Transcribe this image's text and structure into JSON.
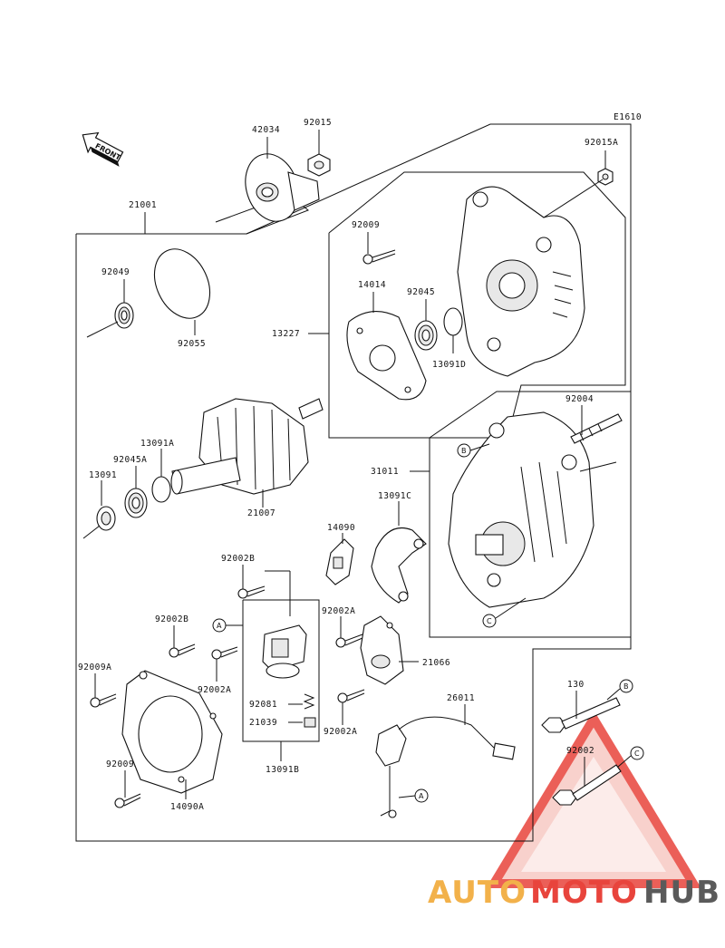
{
  "diagram_code": "E1610",
  "front_label": "FRONT",
  "labels": {
    "p42034": "42034",
    "p92015": "92015",
    "p92015A": "92015A",
    "p21001": "21001",
    "p92049": "92049",
    "p92055": "92055",
    "p92009": "92009",
    "p14014": "14014",
    "p92045": "92045",
    "p13227": "13227",
    "p13091D": "13091D",
    "p92004": "92004",
    "p13091A": "13091A",
    "p92045A": "92045A",
    "p13091": "13091",
    "p21007": "21007",
    "p31011": "31011",
    "p13091C": "13091C",
    "p14090": "14090",
    "p92002B_1": "92002B",
    "p92002B_2": "92002B",
    "p92002A_1": "92002A",
    "p92002A_2": "92002A",
    "p92002A_3": "92002A",
    "p21066": "21066",
    "p92009A_1": "92009A",
    "p92009A_2": "92009A",
    "p92081": "92081",
    "p21039": "21039",
    "p13091B": "13091B",
    "p14090A": "14090A",
    "p26011": "26011",
    "p130": "130",
    "p92002": "92002"
  },
  "callouts": {
    "a": "A",
    "b": "B",
    "c": "C"
  },
  "watermark": {
    "part1": "AUTO",
    "part2": "MOTO",
    "part3": "HUB",
    "colors": {
      "auto": "#f2b14a",
      "moto": "#e8443c",
      "hub": "#5a5a5a"
    }
  }
}
